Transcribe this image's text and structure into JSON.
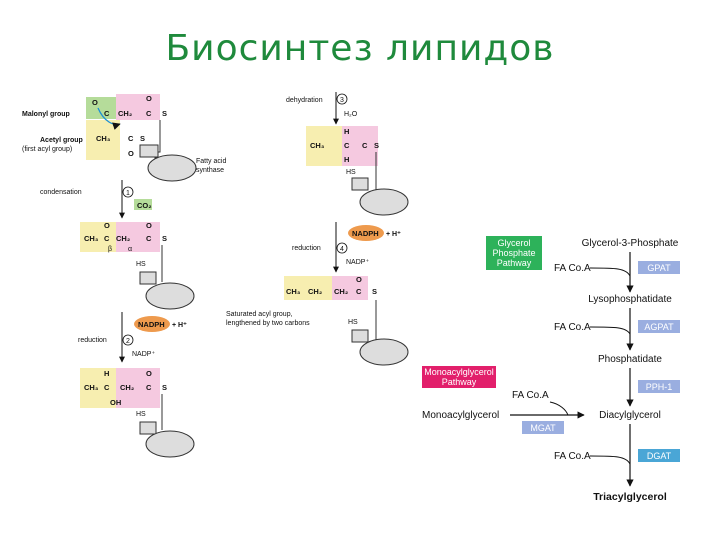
{
  "title": "Биосинтез липидов",
  "colors": {
    "title": "#1f8a3c",
    "yellow_box": "#f7eeb0",
    "pink_box": "#f5c9e0",
    "green_box": "#b5dc9a",
    "nadph": "#ee9a4d",
    "green_pathway": "#2db25a",
    "magenta_pathway": "#e21f6b",
    "enzyme_badge": "#9aaee0",
    "enzyme_badge_blue": "#4aa6d6",
    "gray_enzyme": "#c8cdd8"
  },
  "left": {
    "malonyl_label": "Malonyl group",
    "acetyl_label": "Acetyl group",
    "acetyl_sub": "(first acyl group)",
    "fas_label_1": "Fatty acid",
    "fas_label_2": "synthase",
    "condensation": "condensation",
    "co2": "CO₂",
    "step1": "1",
    "reduction1": "reduction",
    "step2": "2",
    "nadph": "NADPH",
    "plus_h": "+ H⁺",
    "nadp": "NADP⁺",
    "hs": "HS",
    "beta": "β",
    "alpha": "α",
    "ch3": "CH₃",
    "ch2": "CH₂",
    "c": "C",
    "s": "S",
    "o": "O",
    "h": "H",
    "oh": "OH"
  },
  "mid": {
    "dehydration": "dehydration",
    "step3": "3",
    "h2o": "H₂O",
    "reduction2": "reduction",
    "step4": "4",
    "nadph": "NADPH",
    "plus_h": "+ H⁺",
    "nadp": "NADP⁺",
    "saturated_1": "Saturated acyl group,",
    "saturated_2": "lengthened by two carbons",
    "hs": "HS"
  },
  "pathway": {
    "gpp_label": [
      "Glycerol",
      "Phosphate",
      "Pathway"
    ],
    "mgp_label": [
      "Monoacylglycerol",
      "Pathway"
    ],
    "glycerol3p": "Glycerol-3-Phosphate",
    "lyso": "Lysophosphatidate",
    "phosphatidate": "Phosphatidate",
    "diacyl": "Diacylglycerol",
    "triacyl": "Triacylglycerol",
    "monoacyl": "Monoacylglycerol",
    "facoa": "FA Co.A",
    "gpat": "GPAT",
    "agpat": "AGPAT",
    "pph1": "PPH-1",
    "mgat": "MGAT",
    "dgat": "DGAT"
  }
}
